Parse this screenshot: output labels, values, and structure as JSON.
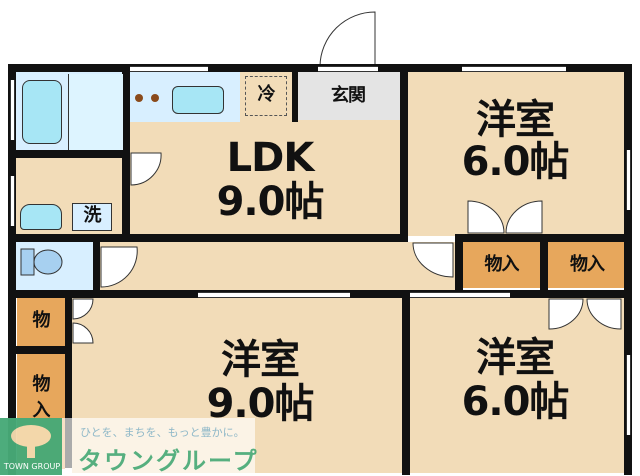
{
  "floor_plan": {
    "rooms": [
      {
        "id": "ldk",
        "name": "LDK",
        "size": "9.0帖"
      },
      {
        "id": "western_ne",
        "name": "洋室",
        "size": "6.0帖"
      },
      {
        "id": "western_sw",
        "name": "洋室",
        "size": "9.0帖"
      },
      {
        "id": "western_se",
        "name": "洋室",
        "size": "6.0帖"
      }
    ],
    "labels": {
      "refrigerator": "冷",
      "entrance": "玄関",
      "washer": "洗",
      "closet": "物入",
      "closet_small_1": "物",
      "closet_small_2_line1": "物",
      "closet_small_2_line2": "入"
    },
    "colors": {
      "floor": "#f2dcb8",
      "wet_area": "#d8efff",
      "closet": "#e7a75c",
      "wall": "#111111",
      "entrance": "#e4e4e4"
    }
  },
  "watermark": {
    "tagline": "ひとを、まちを、もっと豊かに。",
    "company": "タウングループ",
    "brand_en": "TOWN GROUP"
  }
}
